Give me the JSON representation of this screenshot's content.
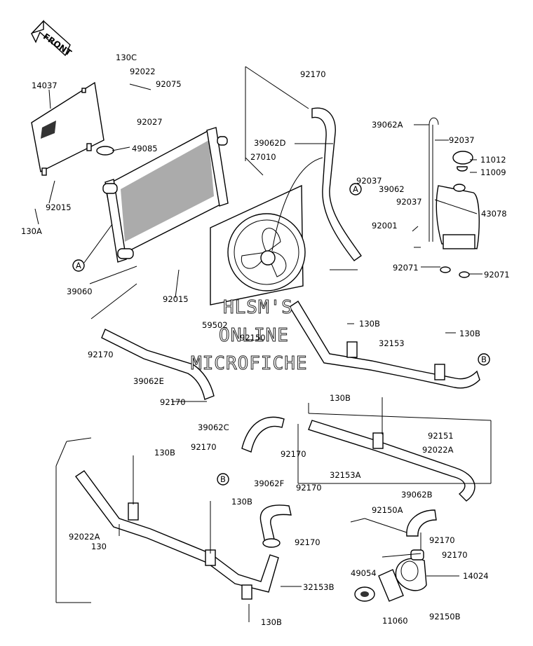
{
  "diagram": {
    "front_arrow": "FRONT",
    "watermark": [
      "HLSM'S",
      "ONLINE",
      "MICROFICHE"
    ],
    "refs": [
      "A",
      "B"
    ],
    "parts": [
      "130C",
      "92022",
      "92075",
      "92027",
      "14037",
      "49085",
      "27010",
      "92170",
      "39062D",
      "39062A",
      "92037",
      "11012",
      "11009",
      "92037",
      "39062",
      "92037",
      "43078",
      "92001",
      "92071",
      "92071",
      "92015",
      "130A",
      "39060",
      "92015",
      "59502",
      "92150",
      "130B",
      "130B",
      "32153",
      "92170",
      "39062E",
      "92170",
      "39062C",
      "92170",
      "92170",
      "130B",
      "92151",
      "92022A",
      "32153A",
      "130B",
      "39062F",
      "92170",
      "130B",
      "92170",
      "39062B",
      "92150A",
      "92170",
      "92022A",
      "130",
      "92170",
      "49054",
      "14024",
      "32153B",
      "11060",
      "92150B",
      "130B"
    ]
  }
}
